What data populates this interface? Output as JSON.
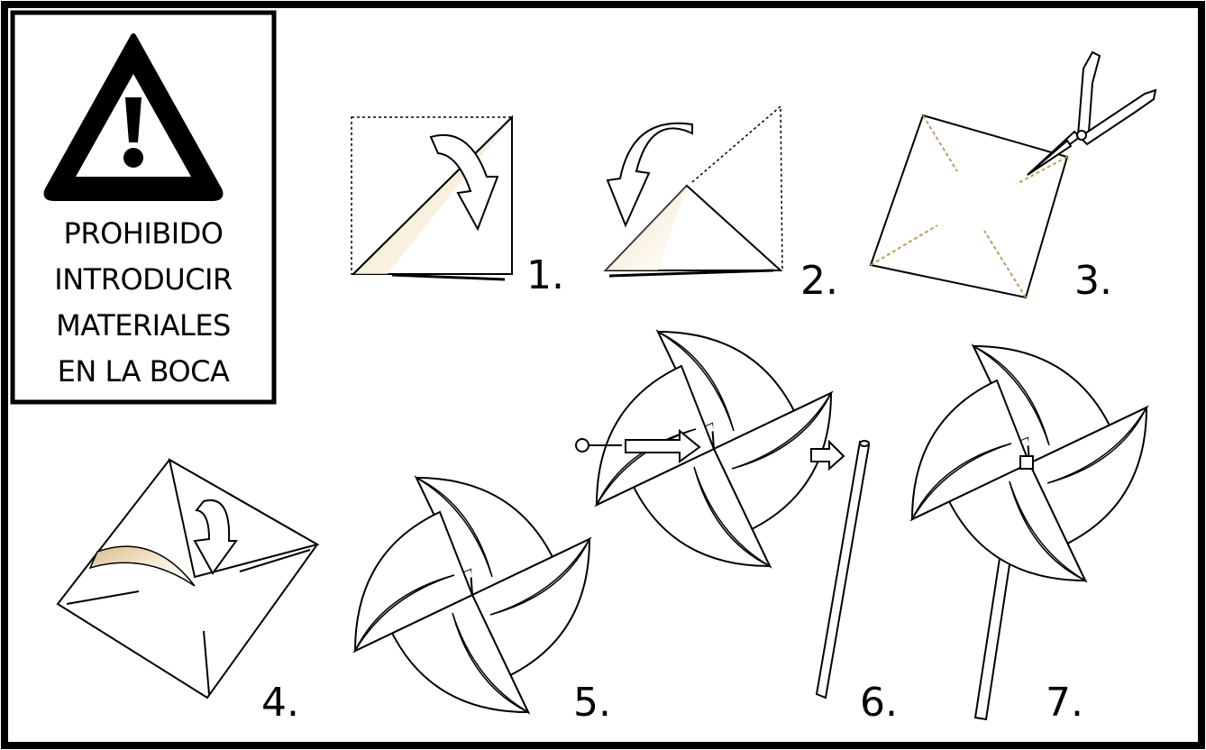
{
  "warning": {
    "lines": [
      "PROHIBIDO",
      "INTRODUCIR",
      "MATERIALES",
      "EN LA BOCA"
    ],
    "icon": "warning-triangle-icon"
  },
  "steps": [
    {
      "label": "1."
    },
    {
      "label": "2."
    },
    {
      "label": "3."
    },
    {
      "label": "4."
    },
    {
      "label": "5."
    },
    {
      "label": "6."
    },
    {
      "label": "7."
    }
  ],
  "colors": {
    "line": "#000000",
    "paper": "#ffffff",
    "fold_shade": "#f3e3c4"
  }
}
